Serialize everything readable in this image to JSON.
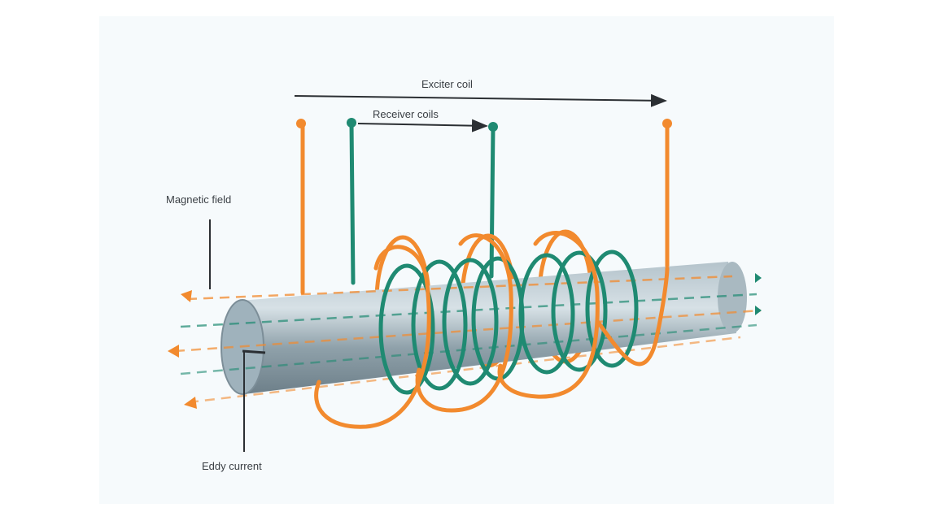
{
  "labels": {
    "exciter_coil": "Exciter coil",
    "receiver_coils": "Receiver coils",
    "magnetic_field": "Magnetic field",
    "eddy_current": "Eddy current"
  },
  "colors": {
    "exciter": "#f28a2e",
    "receiver": "#1f8a72",
    "rod": "#8a9ca6",
    "rod_end": "#9fb2bc",
    "line": "#2b2f33"
  }
}
